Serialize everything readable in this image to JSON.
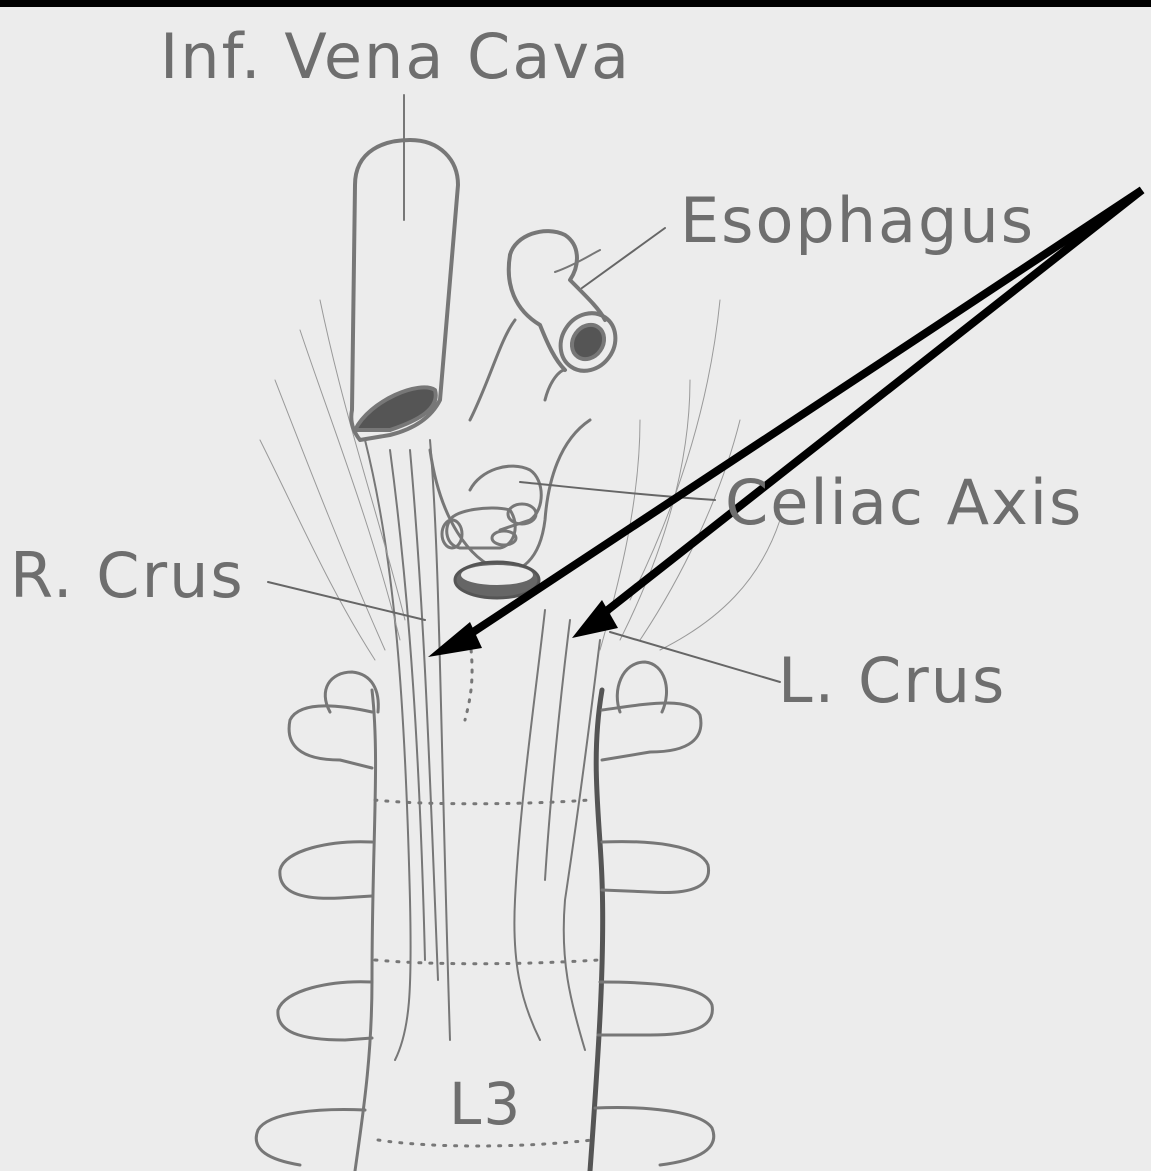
{
  "labels": {
    "inferior_vena_cava": "Inf. Vena Cava",
    "esophagus": "Esophagus",
    "celiac_axis": "Celiac Axis",
    "right_crus": "R. Crus",
    "left_crus": "L. Crus",
    "vertebra": "L3"
  },
  "colors": {
    "background": "#ececec",
    "drawing_ink": "#6e6e6e",
    "arrow": "#000000"
  }
}
